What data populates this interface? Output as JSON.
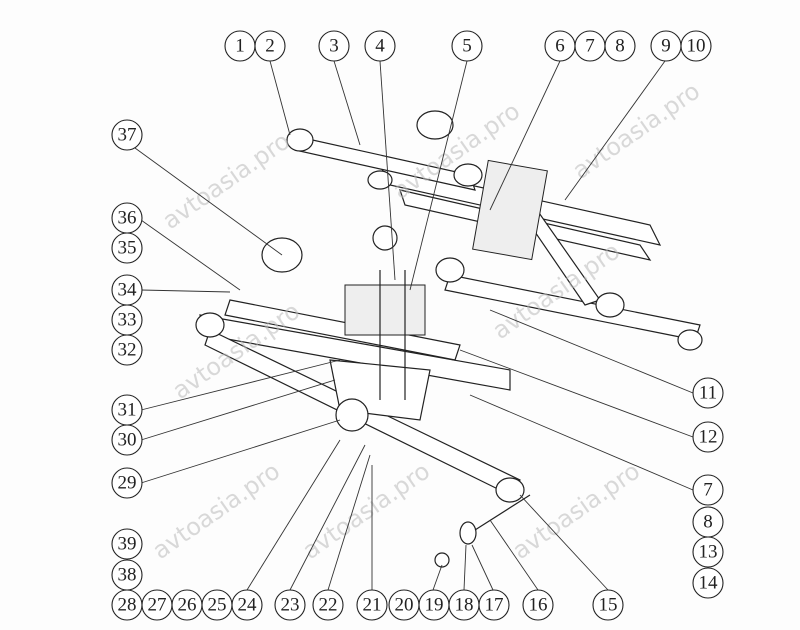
{
  "diagram": {
    "type": "exploded parts diagram - rear leaf spring suspension",
    "watermark": "avtoasia.pro",
    "callouts_top": [
      "1",
      "2",
      "3",
      "4",
      "5",
      "6",
      "7",
      "8",
      "9",
      "10"
    ],
    "callouts_left": [
      "37",
      "36",
      "35",
      "34",
      "33",
      "32",
      "31",
      "30",
      "29",
      "39",
      "38"
    ],
    "callouts_bottom": [
      "28",
      "27",
      "26",
      "25",
      "24",
      "23",
      "22",
      "21",
      "20",
      "19",
      "18",
      "17",
      "16",
      "15"
    ],
    "callouts_right": [
      "11",
      "12",
      "7",
      "8",
      "13",
      "14"
    ]
  }
}
